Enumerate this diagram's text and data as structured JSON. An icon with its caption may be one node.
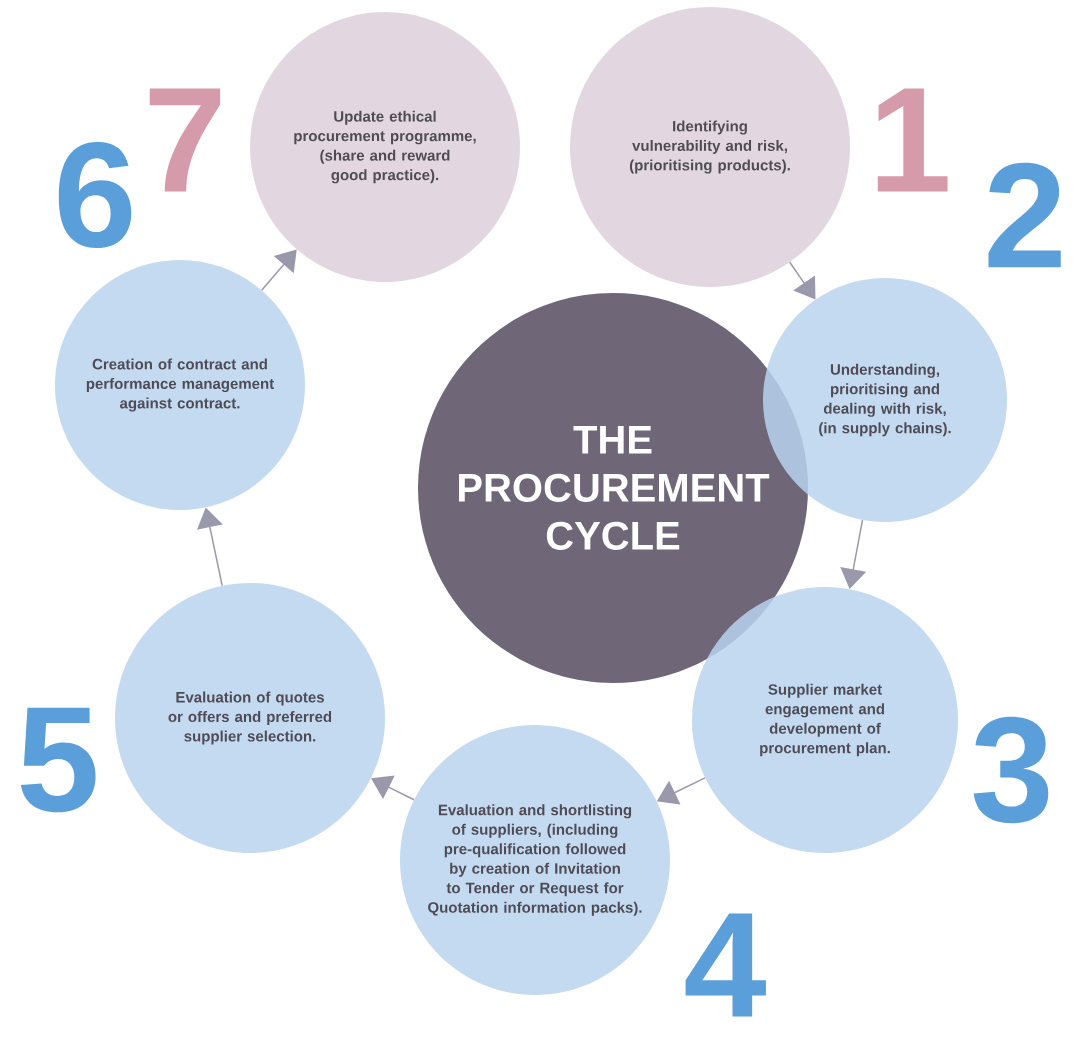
{
  "diagram": {
    "nodes": [
      {
        "text": [
          "THE PROCUREMENT CYCLE"
        ]
      },
      {
        "text": [
          "Identifying vulnerability and risk, (prioritising products)."
        ],
        "beside": [
          "1"
        ]
      },
      {
        "text": [
          "Understanding, prioritising and dealing with risk, (in supply chains)."
        ],
        "beside": [
          "2"
        ]
      },
      {
        "text": [
          "Supplier market engagement and development of procurement plan."
        ],
        "beside": [
          "3"
        ]
      },
      {
        "text": [
          "Evaluation and shortlisting of suppliers, (including pre-qualification followed by creation of Invitation to Tender or Request for Quotation information packs)."
        ],
        "beside": [
          "4"
        ]
      },
      {
        "text": [
          "Evaluation of quotes or offers and preferred supplier selection."
        ],
        "beside": [
          "5"
        ]
      },
      {
        "text": [
          "Creation of contract and performance management against contract."
        ],
        "beside": [
          "6"
        ]
      },
      {
        "text": [
          "Update ethical procurement programme, (share and reward good practice)."
        ],
        "beside": [
          "7"
        ]
      }
    ],
    "edges": [
      {
        "from": 1,
        "to": 2,
        "arrow": "to"
      },
      {
        "from": 2,
        "to": 3,
        "arrow": "to"
      },
      {
        "from": 3,
        "to": 4,
        "arrow": "to"
      },
      {
        "from": 4,
        "to": 5,
        "arrow": "to"
      },
      {
        "from": 5,
        "to": 6,
        "arrow": "to"
      },
      {
        "from": 6,
        "to": 7,
        "arrow": "to"
      }
    ]
  }
}
